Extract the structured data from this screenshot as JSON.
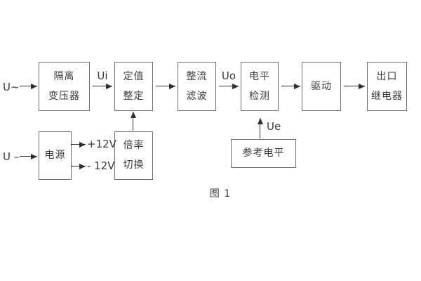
{
  "figure": {
    "caption": "图 1"
  },
  "colors": {
    "background": "#ffffff",
    "box-border": "#6f6f6f",
    "text": "#3a3a3a",
    "line": "#2e2e2e"
  },
  "inputs": {
    "ac_label": "U~",
    "dc_label": "U –"
  },
  "signal_labels": {
    "ui": "Ui",
    "uo": "Uo",
    "ue": "Ue",
    "plus12v": "+12V",
    "minus12v": "- 12V"
  },
  "blocks": {
    "isolation_transformer": {
      "line1": "隔离",
      "line2": "变压器"
    },
    "setting_adjust": {
      "line1": "定值",
      "line2": "整定"
    },
    "rectifier_filter": {
      "line1": "整流",
      "line2": "滤波"
    },
    "level_detect": {
      "line1": "电平",
      "line2": "检测"
    },
    "drive": {
      "line1": "驱动"
    },
    "output_relay": {
      "line1": "出口",
      "line2": "继电器"
    },
    "power_supply": {
      "line1": "电源"
    },
    "multiplier_switch": {
      "line1": "倍率",
      "line2": "切换"
    },
    "reference_level": {
      "line1": "参考电平"
    }
  }
}
